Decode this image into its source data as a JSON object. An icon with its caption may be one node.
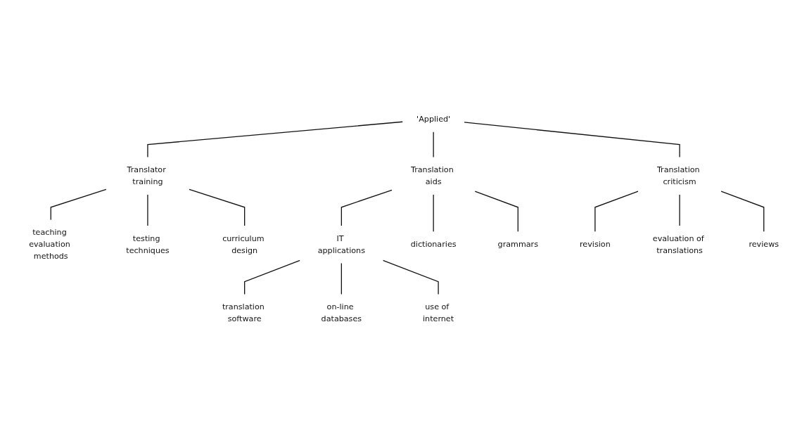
{
  "diagram": {
    "nodes": [
      {
        "text": [
          "'Applied'"
        ]
      },
      {
        "text": [
          "Translator training"
        ]
      },
      {
        "text": [
          "Translation aids"
        ]
      },
      {
        "text": [
          "Translation criticism"
        ]
      },
      {
        "text": [
          "teaching evaluation methods"
        ]
      },
      {
        "text": [
          "testing techniques"
        ]
      },
      {
        "text": [
          "curriculum design"
        ]
      },
      {
        "text": [
          "IT applications"
        ]
      },
      {
        "text": [
          "dictionaries"
        ]
      },
      {
        "text": [
          "grammars"
        ]
      },
      {
        "text": [
          "revision"
        ]
      },
      {
        "text": [
          "evaluation of translations"
        ]
      },
      {
        "text": [
          "reviews"
        ]
      },
      {
        "text": [
          "translation software"
        ]
      },
      {
        "text": [
          "on-line databases"
        ]
      },
      {
        "text": [
          "use of internet"
        ]
      }
    ],
    "edges": [
      {
        "from": 0,
        "to": 1,
        "arrow": "none"
      },
      {
        "from": 0,
        "to": 2,
        "arrow": "none"
      },
      {
        "from": 0,
        "to": 3,
        "arrow": "none"
      },
      {
        "from": 1,
        "to": 4,
        "arrow": "none"
      },
      {
        "from": 1,
        "to": 5,
        "arrow": "none"
      },
      {
        "from": 1,
        "to": 6,
        "arrow": "none"
      },
      {
        "from": 2,
        "to": 7,
        "arrow": "none"
      },
      {
        "from": 2,
        "to": 8,
        "arrow": "none"
      },
      {
        "from": 2,
        "to": 9,
        "arrow": "none"
      },
      {
        "from": 3,
        "to": 10,
        "arrow": "none"
      },
      {
        "from": 3,
        "to": 11,
        "arrow": "none"
      },
      {
        "from": 3,
        "to": 12,
        "arrow": "none"
      },
      {
        "from": 7,
        "to": 13,
        "arrow": "none"
      },
      {
        "from": 7,
        "to": 14,
        "arrow": "none"
      },
      {
        "from": 7,
        "to": 15,
        "arrow": "none"
      }
    ]
  }
}
